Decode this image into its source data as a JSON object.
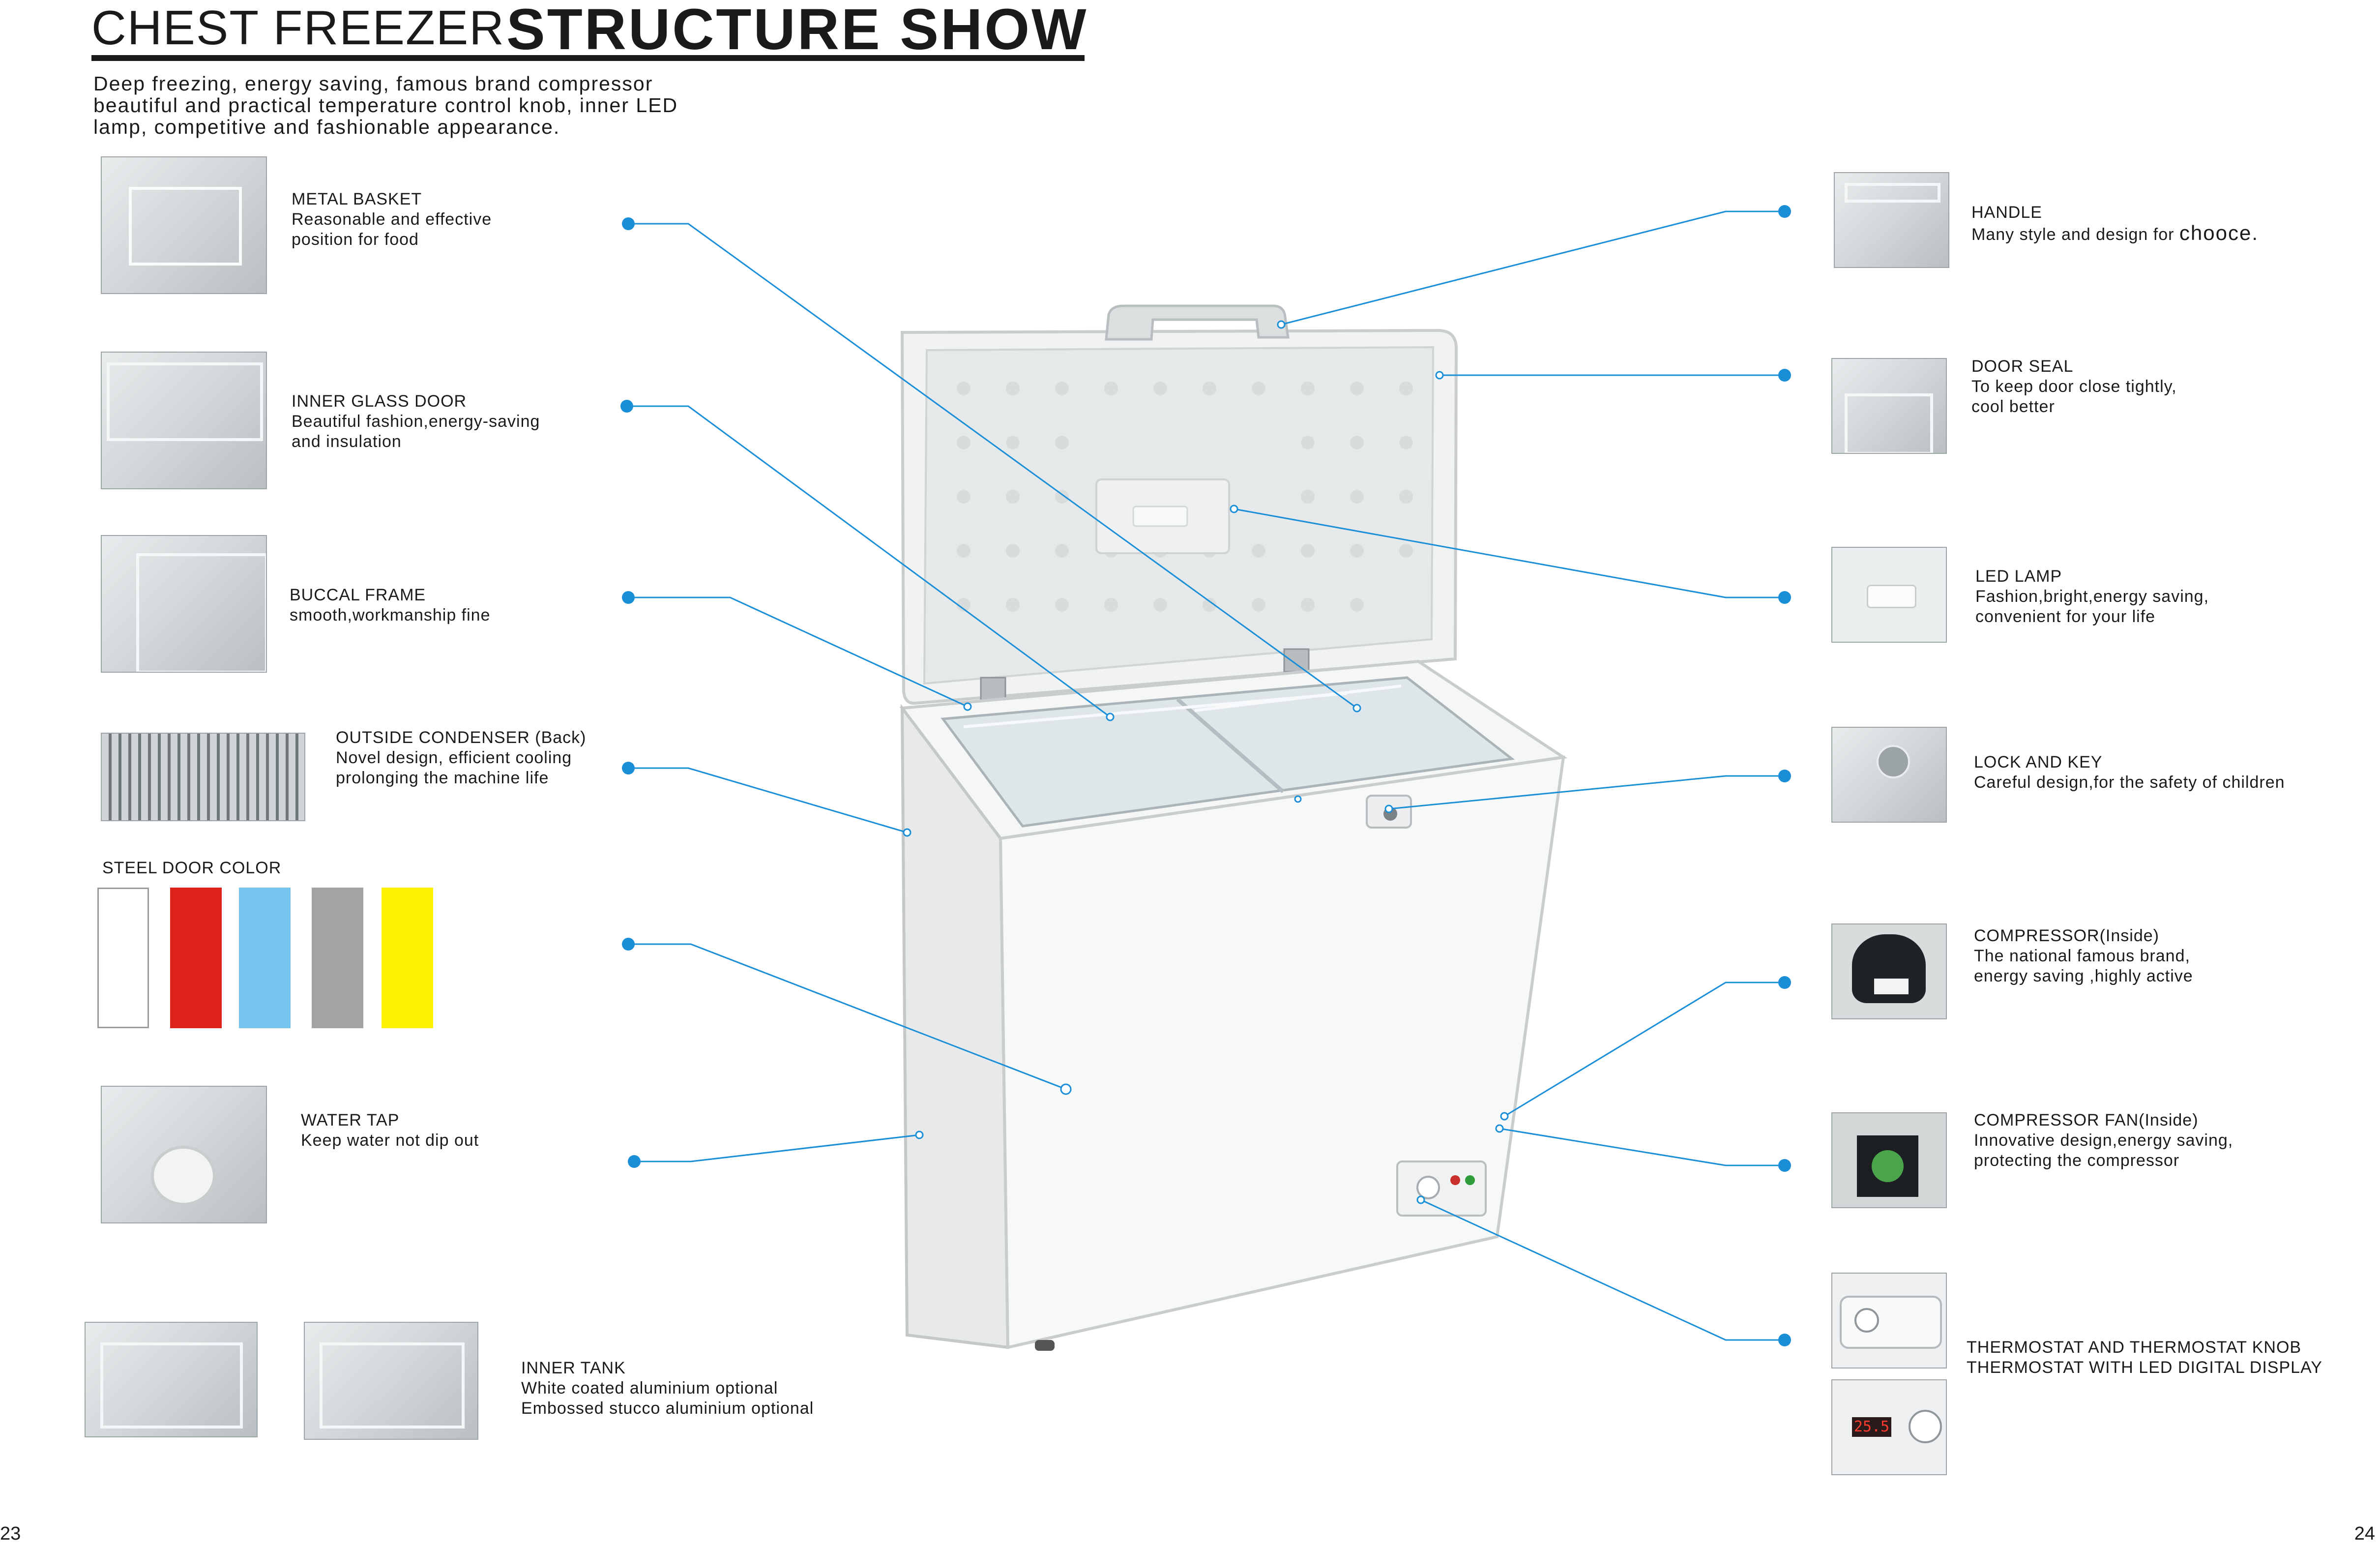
{
  "header": {
    "title_light": "CHEST FREEZER",
    "title_bold": "STRUCTURE SHOW",
    "intro": "Deep freezing, energy saving, famous brand compressor\nbeautiful and practical temperature control knob, inner LED\nlamp, competitive and fashionable appearance."
  },
  "left_features": [
    {
      "title": "METAL  BASKET",
      "desc": "Reasonable  and  effective\nposition for food"
    },
    {
      "title": "INNER GLASS DOOR",
      "desc": "Beautiful fashion,energy-saving\nand insulation"
    },
    {
      "title": "BUCCAL FRAME",
      "desc": "smooth,workmanship fine"
    },
    {
      "title": "OUTSIDE CONDENSER (Back)",
      "desc": "Novel design, efficient cooling\nprolonging the machine life"
    },
    {
      "title": "WATER TAP",
      "desc": "Keep water not dip out"
    },
    {
      "title": "INNER TANK",
      "desc": "White coated aluminium optional\nEmbossed stucco aluminium optional"
    }
  ],
  "right_features": [
    {
      "title": "HANDLE",
      "desc": "Many style and design for ",
      "desc_emph": "chooce."
    },
    {
      "title": "DOOR SEAL",
      "desc": "To keep door close tightly,\ncool better"
    },
    {
      "title": "LED LAMP",
      "desc": "Fashion,bright,energy saving,\nconvenient for your life"
    },
    {
      "title": "LOCK AND KEY",
      "desc": "Careful design,for the safety of children"
    },
    {
      "title": "COMPRESSOR(Inside)",
      "desc": "The national famous brand,\nenergy saving ,highly active"
    },
    {
      "title": "COMPRESSOR FAN(Inside)",
      "desc": "Innovative design,energy saving,\nprotecting the compressor"
    },
    {
      "title": "THERMOSTAT AND THERMOSTAT KNOB",
      "desc": "THERMOSTAT WITH LED DIGITAL DISPLAY"
    }
  ],
  "door_colors": {
    "label": "STEEL DOOR COLOR",
    "swatches": [
      "#ffffff",
      "#dd231b",
      "#76c5ee",
      "#a3a3a3",
      "#fff200"
    ]
  },
  "display_reading": "25.5",
  "accent_color": "#1a8fd8",
  "page_numbers": {
    "left": "23",
    "right": "24"
  }
}
